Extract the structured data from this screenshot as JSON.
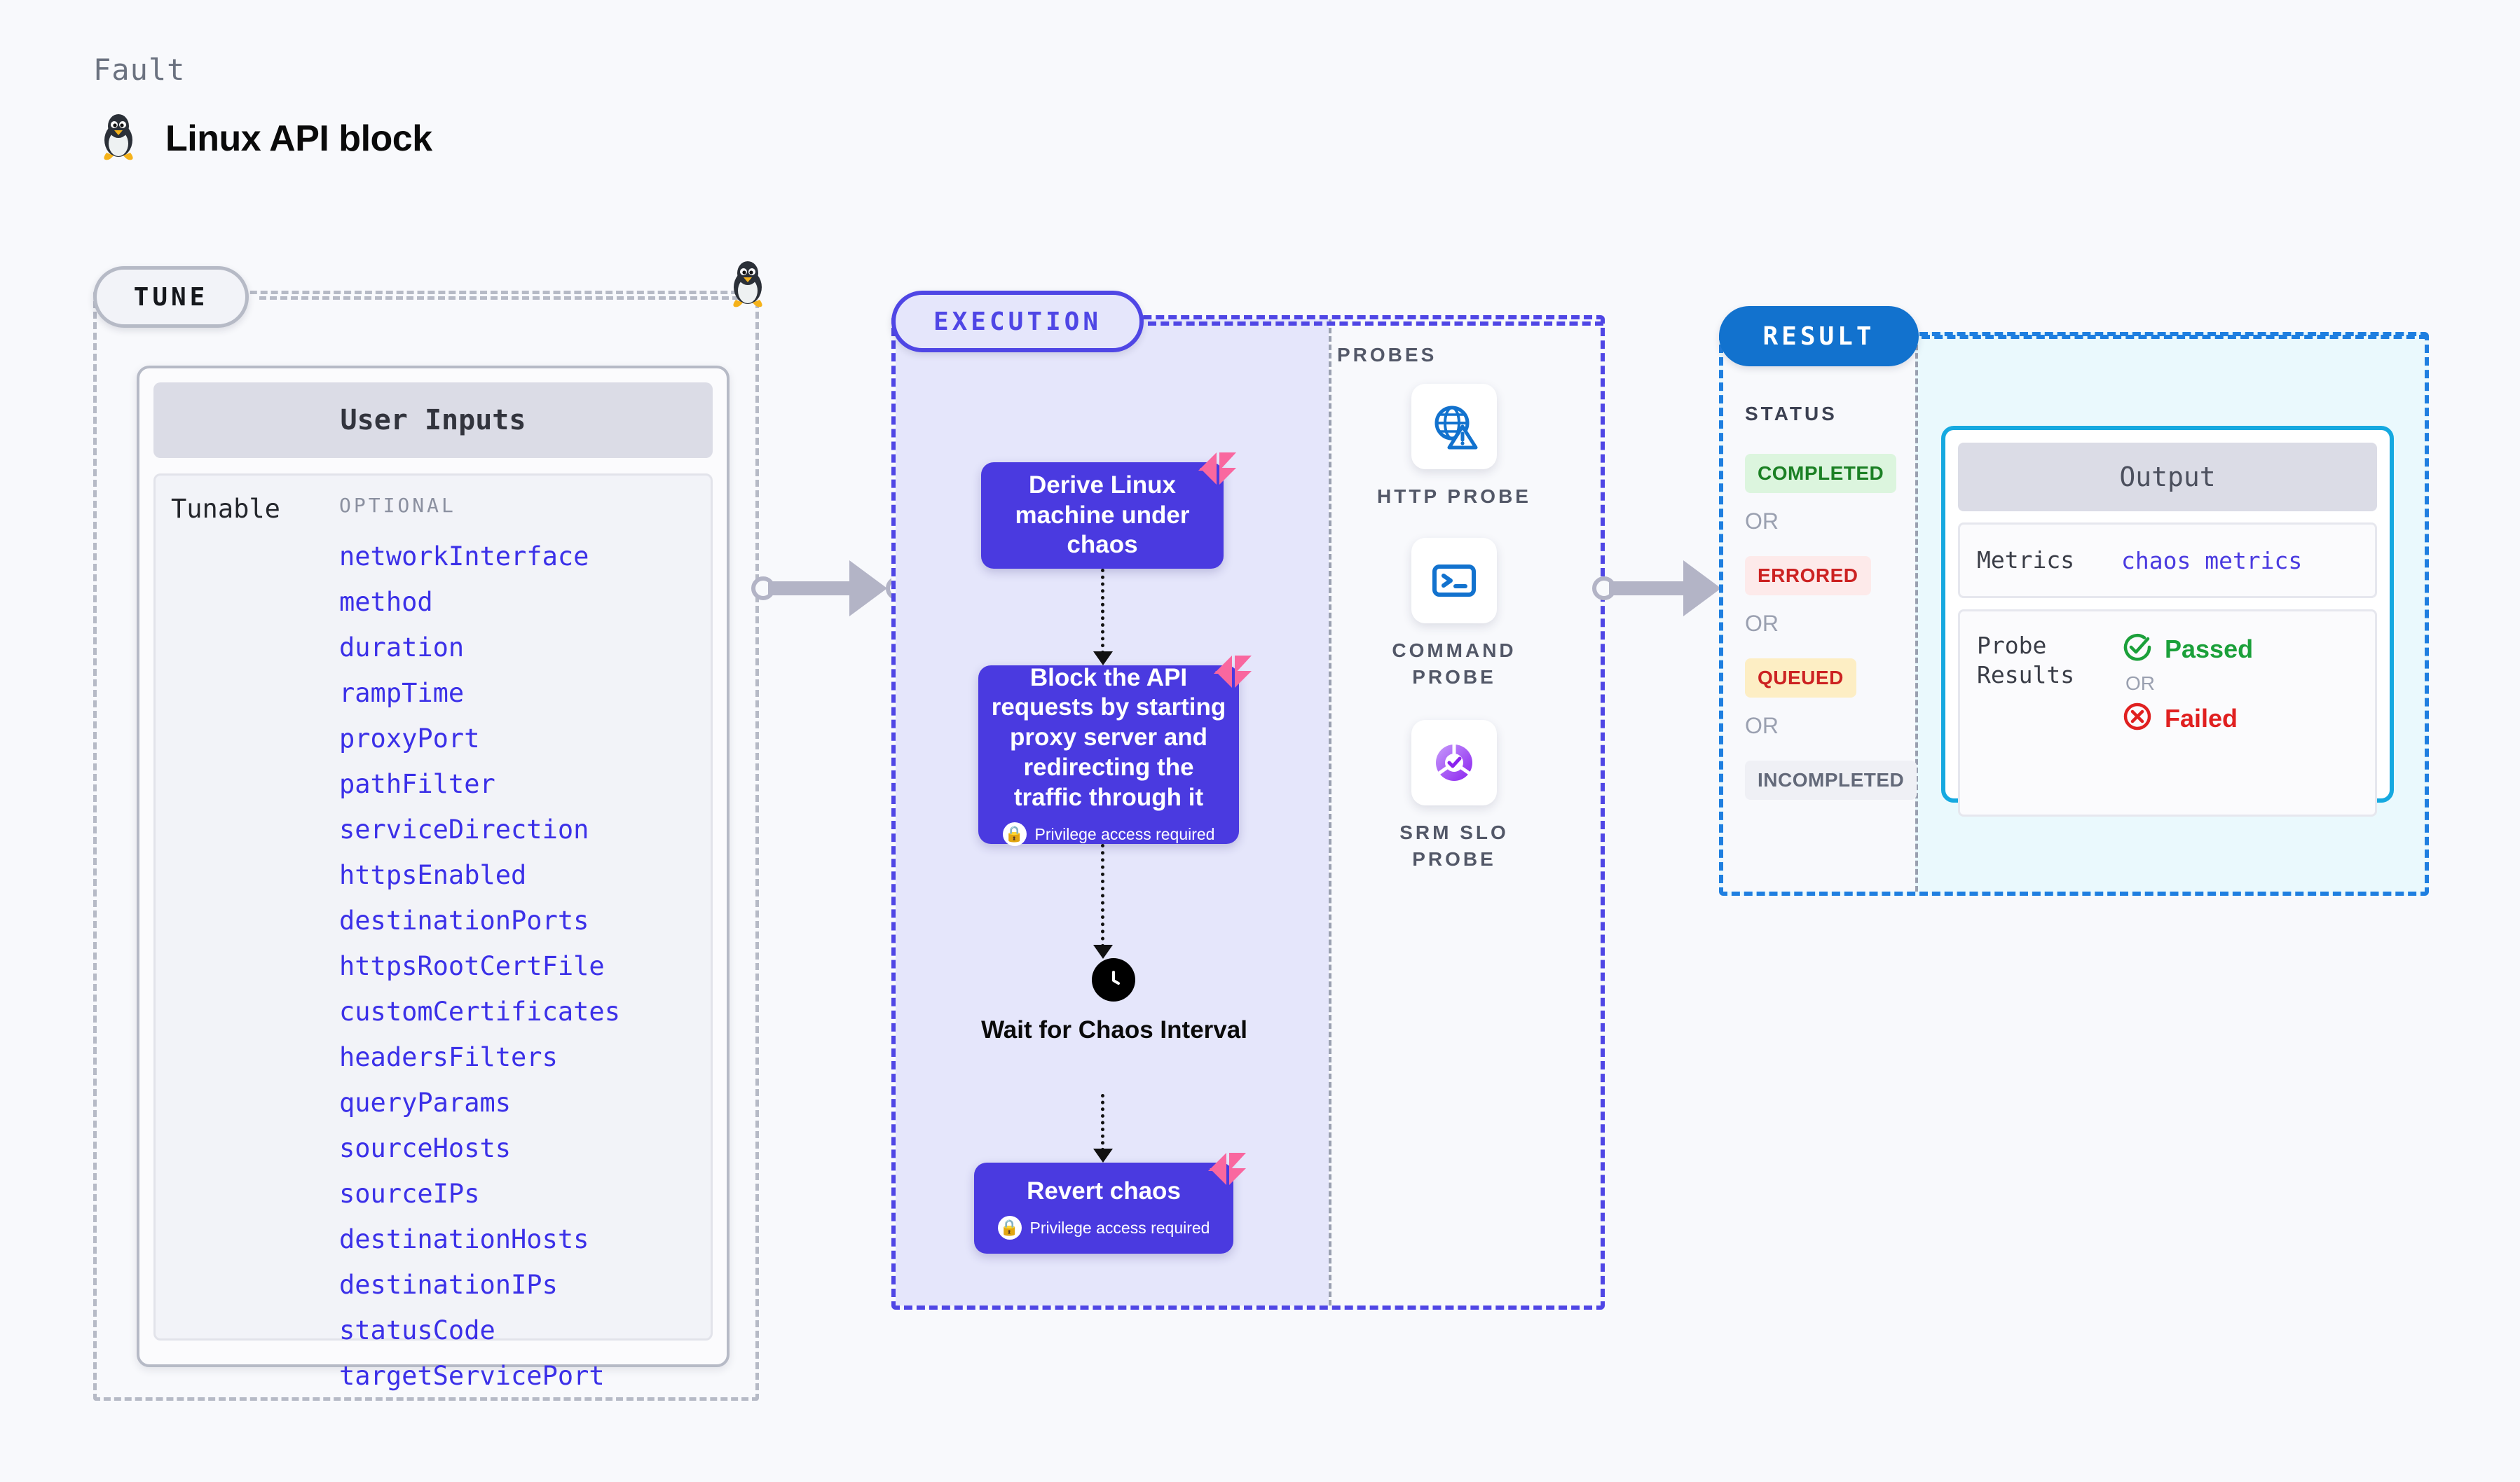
{
  "header": {
    "kicker": "Fault",
    "title": "Linux API block",
    "icon": "linux-penguin-icon"
  },
  "tune": {
    "badge": "TUNE",
    "marker_icon": "linux-penguin-icon",
    "card": {
      "heading": "User Inputs",
      "row_label": "Tunable",
      "group_label": "OPTIONAL",
      "params": [
        "networkInterface",
        "method",
        "duration",
        "rampTime",
        "proxyPort",
        "pathFilter",
        "serviceDirection",
        "httpsEnabled",
        "destinationPorts",
        "httpsRootCertFile",
        "customCertificates",
        "headersFilters",
        "queryParams",
        "sourceHosts",
        "sourceIPs",
        "destinationHosts",
        "destinationIPs",
        "statusCode",
        "targetServicePort"
      ]
    }
  },
  "execution": {
    "badge": "EXECUTION",
    "nodes": [
      {
        "label": "Derive Linux machine under chaos",
        "privilege": null,
        "ribbon": true
      },
      {
        "label": "Block the API requests by starting proxy server and redirecting the traffic through it",
        "privilege": "Privilege access required",
        "ribbon": true
      },
      {
        "label": "Wait for Chaos Interval",
        "privilege": null,
        "ribbon": false,
        "icon": "clock-icon"
      },
      {
        "label": "Revert chaos",
        "privilege": "Privilege access required",
        "ribbon": true
      }
    ]
  },
  "probes": {
    "title": "PROBES",
    "items": [
      {
        "label": "HTTP PROBE",
        "icon": "globe-warning-icon"
      },
      {
        "label": "COMMAND PROBE",
        "icon": "terminal-icon"
      },
      {
        "label": "SRM SLO PROBE",
        "icon": "slo-donut-check-icon"
      }
    ]
  },
  "result": {
    "badge": "RESULT",
    "status_title": "STATUS",
    "or_label": "OR",
    "statuses": [
      {
        "label": "COMPLETED",
        "bg": "#dcf5de",
        "fg": "#1b8024"
      },
      {
        "label": "ERRORED",
        "bg": "#fdeaea",
        "fg": "#cc2222"
      },
      {
        "label": "QUEUED",
        "bg": "#fdeec4",
        "fg": "#cc2222"
      },
      {
        "label": "INCOMPLETED",
        "bg": "#eff0f5",
        "fg": "#636979"
      }
    ],
    "output": {
      "heading": "Output",
      "metrics_key": "Metrics",
      "metrics_value": "chaos metrics",
      "probe_key": "Probe Results",
      "passed": "Passed",
      "failed": "Failed",
      "or_label": "OR"
    }
  },
  "colors": {
    "accent_indigo": "#4a3ae0",
    "accent_blue": "#1272ce",
    "accent_cyan": "#16a9e0",
    "ribbon_pink": "#f9679f",
    "param_link": "#3b30e8",
    "page_bg": "#f8f9fc"
  }
}
